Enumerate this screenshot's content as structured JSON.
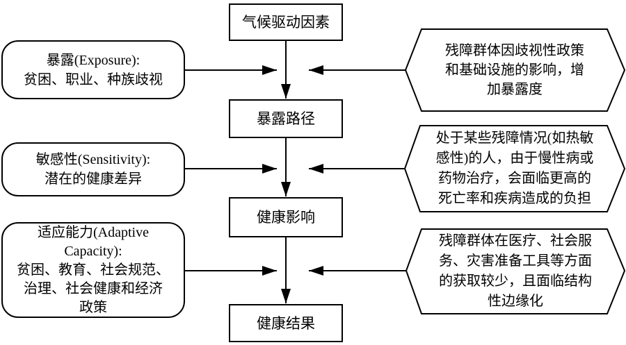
{
  "diagram": {
    "type": "flowchart",
    "language": "zh",
    "colors": {
      "stroke": "#000000",
      "background": "#ffffff",
      "text": "#000000"
    },
    "center_flow": [
      {
        "label": "气候驱动因素"
      },
      {
        "label": "暴露路径"
      },
      {
        "label": "健康影响"
      },
      {
        "label": "健康结果"
      }
    ],
    "left_factors": [
      {
        "text": "暴露(Exposure):\n贫困、职业、种族歧视"
      },
      {
        "text": "敏感性(Sensitivity):\n潜在的健康差异"
      },
      {
        "text": "适应能力(Adaptive\nCapacity):\n贫困、教育、社会规范、\n治理、社会健康和经济\n政策"
      }
    ],
    "right_factors": [
      {
        "text": "残障群体因歧视性政策\n和基础设施的影响，增\n加暴露度"
      },
      {
        "text": "处于某些残障情况(如热敏\n感性)的人，由于慢性病或\n药物治疗，会面临更高的\n死亡率和疾病造成的负担"
      },
      {
        "text": "残障群体在医疗、社会服\n务、灾害准备工具等方面\n的获取较少，且面临结构\n性边缘化"
      }
    ]
  }
}
